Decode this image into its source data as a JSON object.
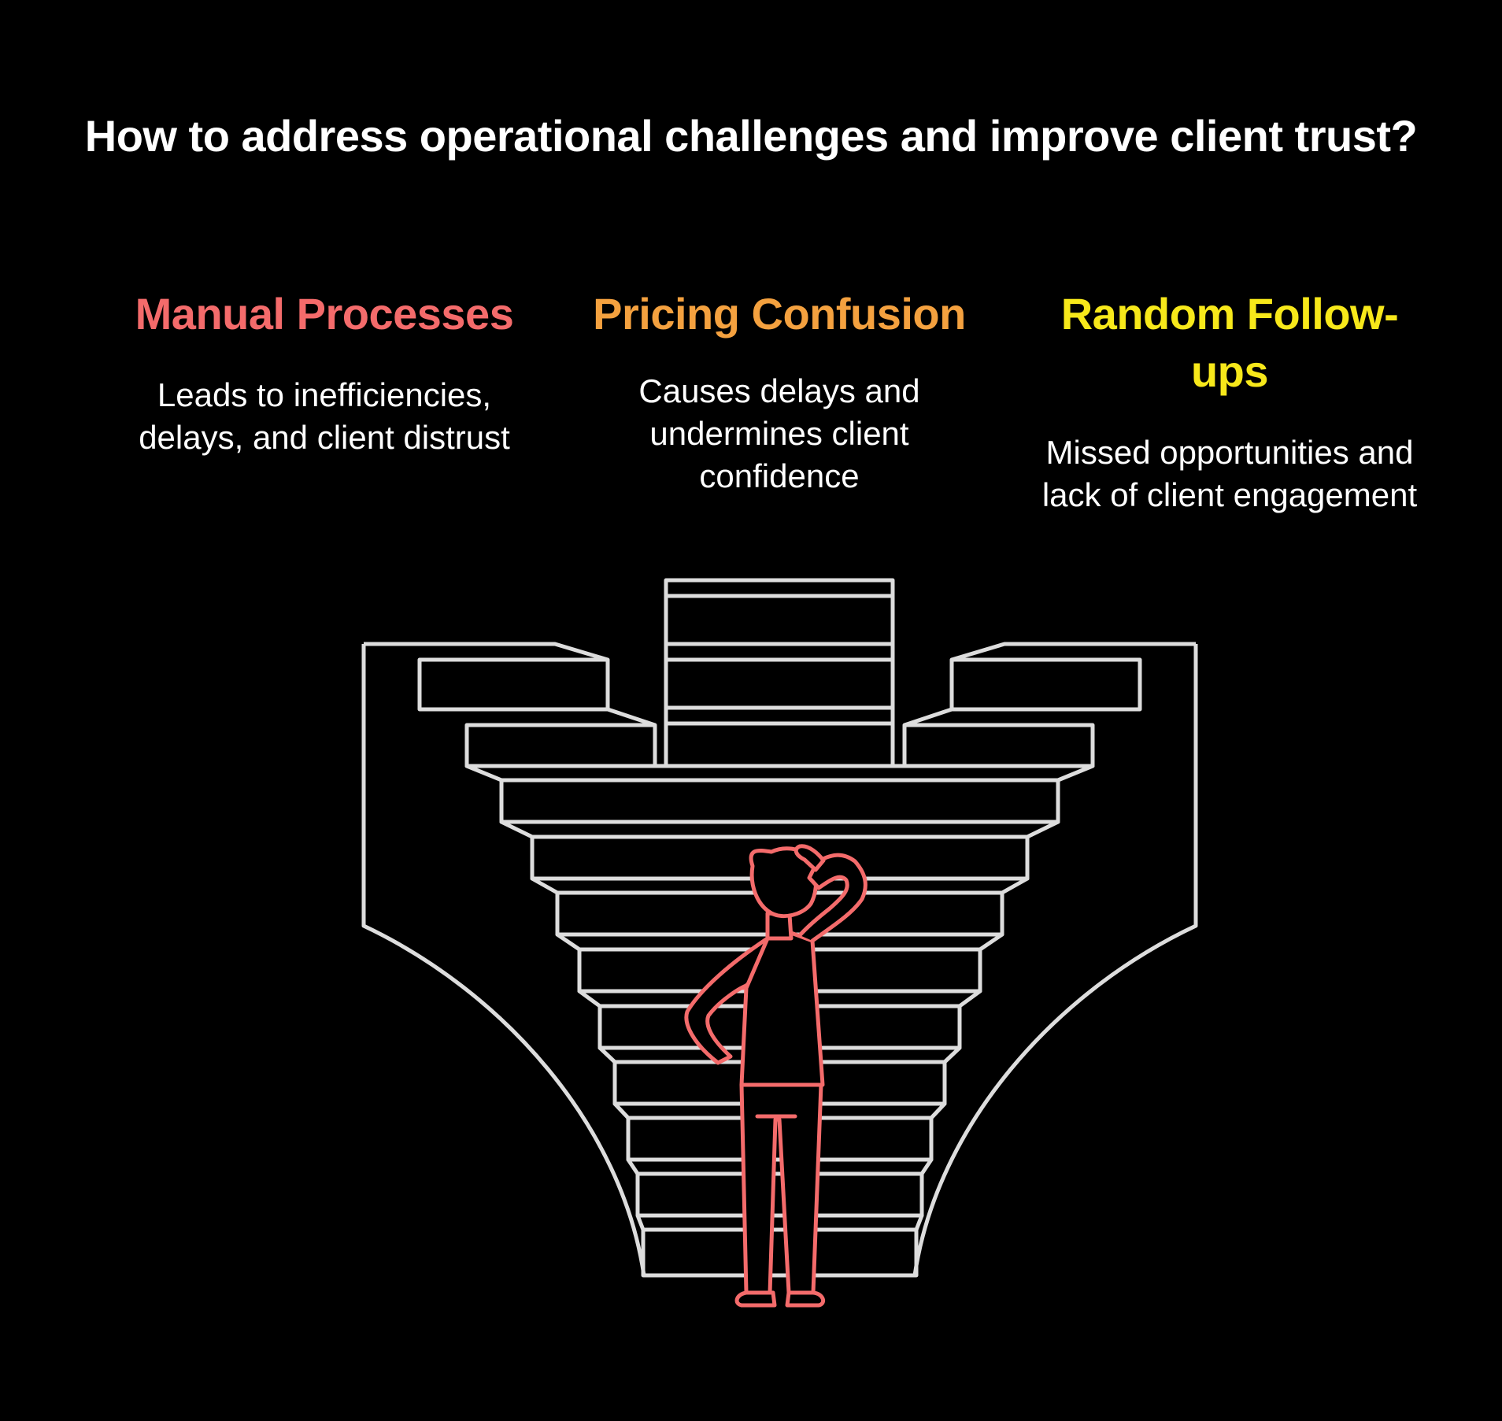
{
  "title": "How to address operational challenges and improve client trust?",
  "columns": [
    {
      "heading": "Manual Processes",
      "description": "Leads to inefficiencies, delays, and client distrust",
      "color": "#F46B6B"
    },
    {
      "heading": "Pricing Confusion",
      "description": "Causes delays and undermines client confidence",
      "color": "#F4A13F"
    },
    {
      "heading": "Random Follow-ups",
      "description": "Missed opportunities and lack of client engagement",
      "color": "#F7E81A"
    }
  ],
  "colors": {
    "background": "#000000",
    "outline": "#DDDDDD",
    "figure": "#F46B6B",
    "text": "#FFFFFF"
  },
  "icons": {
    "illustration": "staircase-icon",
    "person": "thinking-person-icon"
  }
}
